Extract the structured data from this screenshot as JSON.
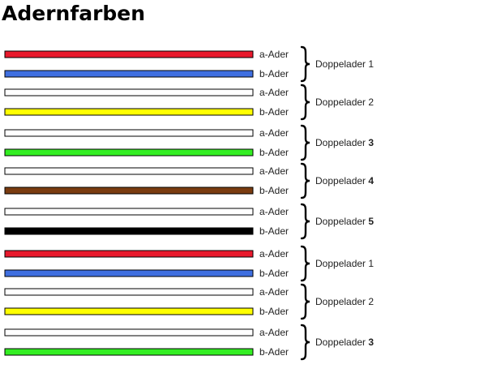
{
  "title": "Adernfarben",
  "colors": {
    "rot": "#e8192c",
    "blau": "#3f6fe0",
    "weiss": "#ffffff",
    "gelb": "#ffff00",
    "gruen": "#33ee22",
    "braun": "#7a3c10",
    "schwarz": "#000000"
  },
  "pairs": [
    {
      "prefix": "Doppelader",
      "number": "1",
      "bold": false,
      "wires": [
        {
          "label": "a-Ader",
          "color": "rot"
        },
        {
          "label": "b-Ader",
          "color": "blau"
        }
      ]
    },
    {
      "prefix": "Doppelader",
      "number": "2",
      "bold": false,
      "wires": [
        {
          "label": "a-Ader",
          "color": "weiss"
        },
        {
          "label": "b-Ader",
          "color": "gelb"
        }
      ]
    },
    {
      "prefix": "Doppelader",
      "number": "3",
      "bold": true,
      "wires": [
        {
          "label": "a-Ader",
          "color": "weiss"
        },
        {
          "label": "b-Ader",
          "color": "gruen"
        }
      ]
    },
    {
      "prefix": "Doppelader",
      "number": "4",
      "bold": true,
      "wires": [
        {
          "label": "a-Ader",
          "color": "weiss"
        },
        {
          "label": "b-Ader",
          "color": "braun"
        }
      ]
    },
    {
      "prefix": "Doppelader",
      "number": "5",
      "bold": true,
      "wires": [
        {
          "label": "a-Ader",
          "color": "weiss"
        },
        {
          "label": "b-Ader",
          "color": "schwarz"
        }
      ]
    },
    {
      "prefix": "Doppelader",
      "number": "1",
      "bold": false,
      "wires": [
        {
          "label": "a-Ader",
          "color": "rot"
        },
        {
          "label": "b-Ader",
          "color": "blau"
        }
      ]
    },
    {
      "prefix": "Doppelader",
      "number": "2",
      "bold": false,
      "wires": [
        {
          "label": "a-Ader",
          "color": "weiss"
        },
        {
          "label": "b-Ader",
          "color": "gelb"
        }
      ]
    },
    {
      "prefix": "Doppelader",
      "number": "3",
      "bold": true,
      "wires": [
        {
          "label": "a-Ader",
          "color": "weiss"
        },
        {
          "label": "b-Ader",
          "color": "gruen"
        }
      ]
    }
  ]
}
